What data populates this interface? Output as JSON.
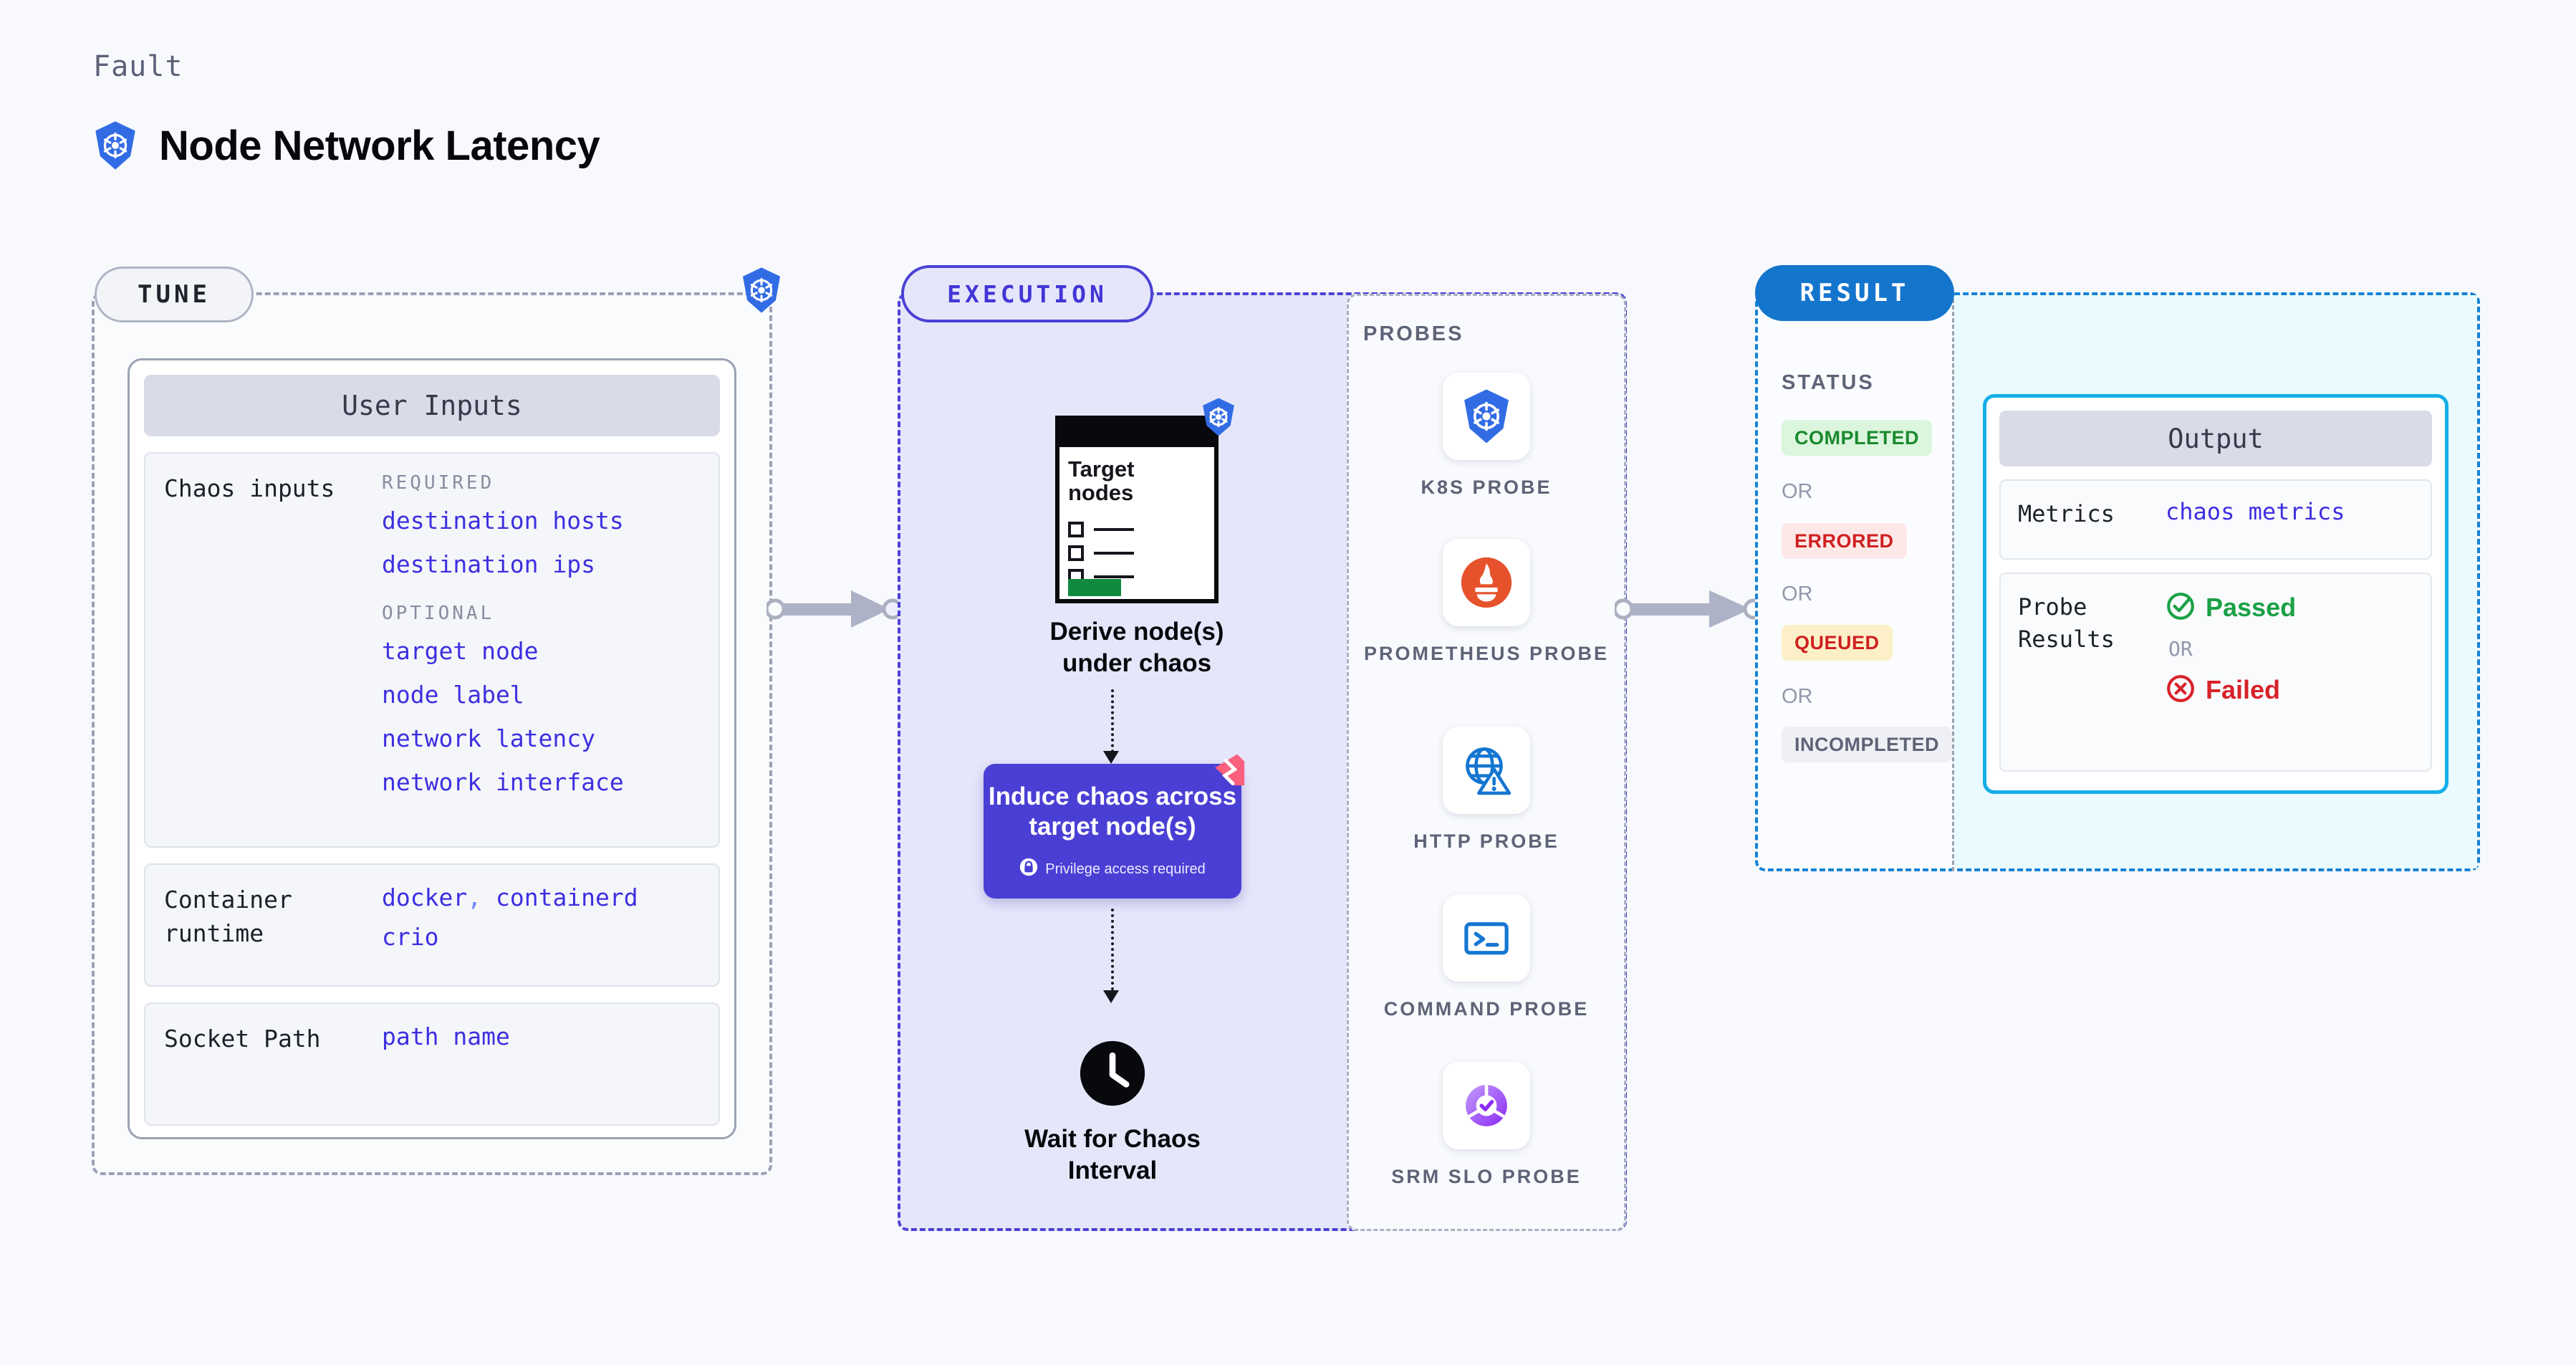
{
  "header": {
    "eyebrow": "Fault",
    "title": "Node Network Latency",
    "icon": "kubernetes-icon"
  },
  "tune": {
    "pill_label": "TUNE",
    "badge_icon": "kubernetes-icon",
    "card_title": "User Inputs",
    "rows": [
      {
        "label": "Chaos inputs",
        "groups": [
          {
            "title": "REQUIRED",
            "values": [
              "destination hosts",
              "destination ips"
            ]
          },
          {
            "title": "OPTIONAL",
            "values": [
              "target node",
              "node label",
              "network latency",
              "network interface"
            ]
          }
        ]
      },
      {
        "label": "Container runtime",
        "values_line1": [
          "docker",
          "containerd"
        ],
        "separator": ",",
        "values_line2": [
          "crio"
        ]
      },
      {
        "label": "Socket Path",
        "values": [
          "path name"
        ]
      }
    ]
  },
  "execution": {
    "pill_label": "EXECUTION",
    "steps": [
      {
        "id": "derive-nodes",
        "card_title": "Target nodes",
        "caption": "Derive node(s) under chaos",
        "badge_icon": "kubernetes-icon"
      },
      {
        "id": "induce-chaos",
        "caption": "Induce chaos across target node(s)",
        "note": "Privilege access required",
        "note_icon": "lock-icon",
        "corner_icon": "litmus-icon",
        "color": "#4a3fd4"
      },
      {
        "id": "wait-interval",
        "caption": "Wait for Chaos Interval",
        "icon": "clock-icon"
      }
    ],
    "probes": {
      "title": "PROBES",
      "items": [
        {
          "label": "K8S PROBE",
          "icon": "kubernetes-icon"
        },
        {
          "label": "PROMETHEUS PROBE",
          "icon": "prometheus-icon"
        },
        {
          "label": "HTTP PROBE",
          "icon": "globe-warning-icon"
        },
        {
          "label": "COMMAND PROBE",
          "icon": "terminal-icon"
        },
        {
          "label": "SRM SLO PROBE",
          "icon": "srm-slo-icon"
        }
      ]
    }
  },
  "result": {
    "pill_label": "RESULT",
    "status_title": "STATUS",
    "or_label": "OR",
    "statuses": [
      {
        "label": "COMPLETED",
        "text_color": "#1a8a2e",
        "bg_color": "#dcf5dd"
      },
      {
        "label": "ERRORED",
        "text_color": "#cf2020",
        "bg_color": "#fde8e7"
      },
      {
        "label": "QUEUED",
        "text_color": "#cf2020",
        "bg_color": "#fdf0c9"
      },
      {
        "label": "INCOMPLETED",
        "text_color": "#5e6477",
        "bg_color": "#eef0f5"
      }
    ],
    "output": {
      "card_title": "Output",
      "metrics_label": "Metrics",
      "metrics_value": "chaos metrics",
      "probe_results_label": "Probe Results",
      "passed_label": "Passed",
      "failed_label": "Failed",
      "or_label": "OR",
      "passed_color": "#1aa146",
      "failed_color": "#d8222a",
      "border_color": "#14aee8"
    }
  },
  "colors": {
    "page_bg": "#f7f9fc",
    "tune_border": "#9aa1b4",
    "execution_border": "#4b42d6",
    "execution_bg": "#e6e6fb",
    "result_border": "#1581d6",
    "result_pill_bg": "#1475cd",
    "value_blue": "#3d2fe0",
    "kubernetes_blue": "#326CE5",
    "prometheus_orange": "#e6522c",
    "litmus_pink": "#f9617f"
  }
}
